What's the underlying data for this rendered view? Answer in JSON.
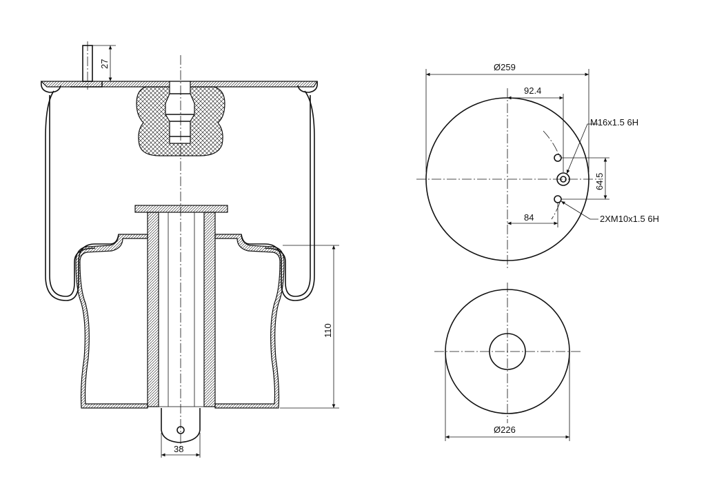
{
  "drawing": {
    "colors": {
      "line": "#111111",
      "background": "#ffffff"
    },
    "side_view": {
      "dim_stud_height": "27",
      "dim_bellows_height": "110",
      "dim_mount_width": "38"
    },
    "top_view": {
      "dim_diameter": "Ø259",
      "dim_offset_x": "92.4",
      "dim_thread_spacing": "64.5",
      "dim_bolt_offset": "84",
      "callout_center_thread": "M16x1.5 6H",
      "callout_side_threads": "2XM10x1.5 6H"
    },
    "bottom_view": {
      "dim_diameter": "Ø226"
    }
  }
}
